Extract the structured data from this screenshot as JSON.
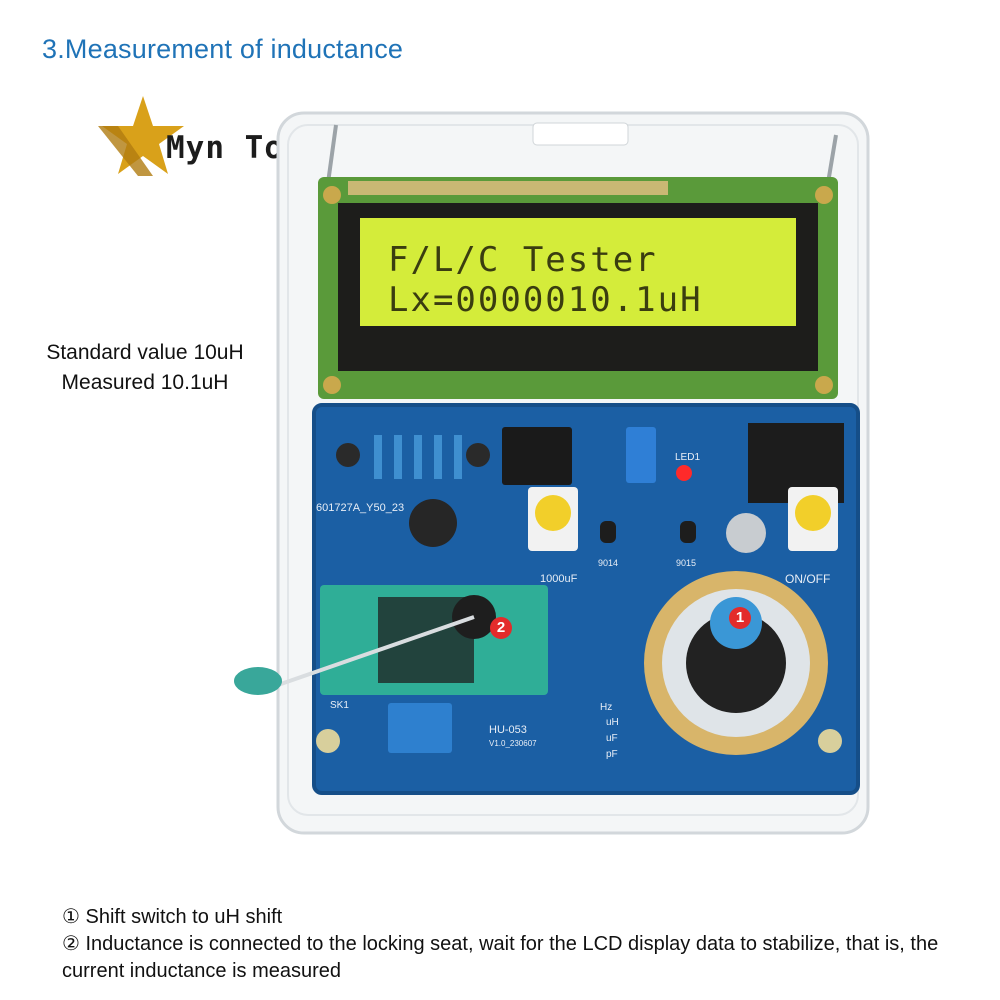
{
  "heading": "3.Measurement of inductance",
  "logo": {
    "text": "Myn Tool"
  },
  "notes": {
    "standard": "Standard value 10uH",
    "measured": "Measured 10.1uH"
  },
  "lcd": {
    "line1": "F/L/C Tester",
    "line2": "Lx=0000010.1uH"
  },
  "device_labels": {
    "led": "LED1",
    "on_off": "ON/OFF",
    "capacitor": "1000uF",
    "model": "HU-053",
    "version": "V1.0_230607",
    "pcb_code": "601727A_Y50_23",
    "sk1": "SK1",
    "hz": "Hz",
    "uh": "uH",
    "uf": "uF",
    "pf": "pF",
    "t9014": "9014",
    "t9015": "9015"
  },
  "callouts": {
    "one": "1",
    "two": "2"
  },
  "instructions": [
    "① Shift switch to uH shift",
    "② Inductance is connected to the locking seat, wait for the LCD display data to stabilize, that is, the current inductance is measured"
  ],
  "colors": {
    "heading": "#1f73b7",
    "lcd_backlight": "#d4ec3a",
    "pcb": "#1b5fa4",
    "knob_cap": "#3a97d6",
    "callout": "#e32b2b",
    "logo_gold": "#d9a11a"
  }
}
